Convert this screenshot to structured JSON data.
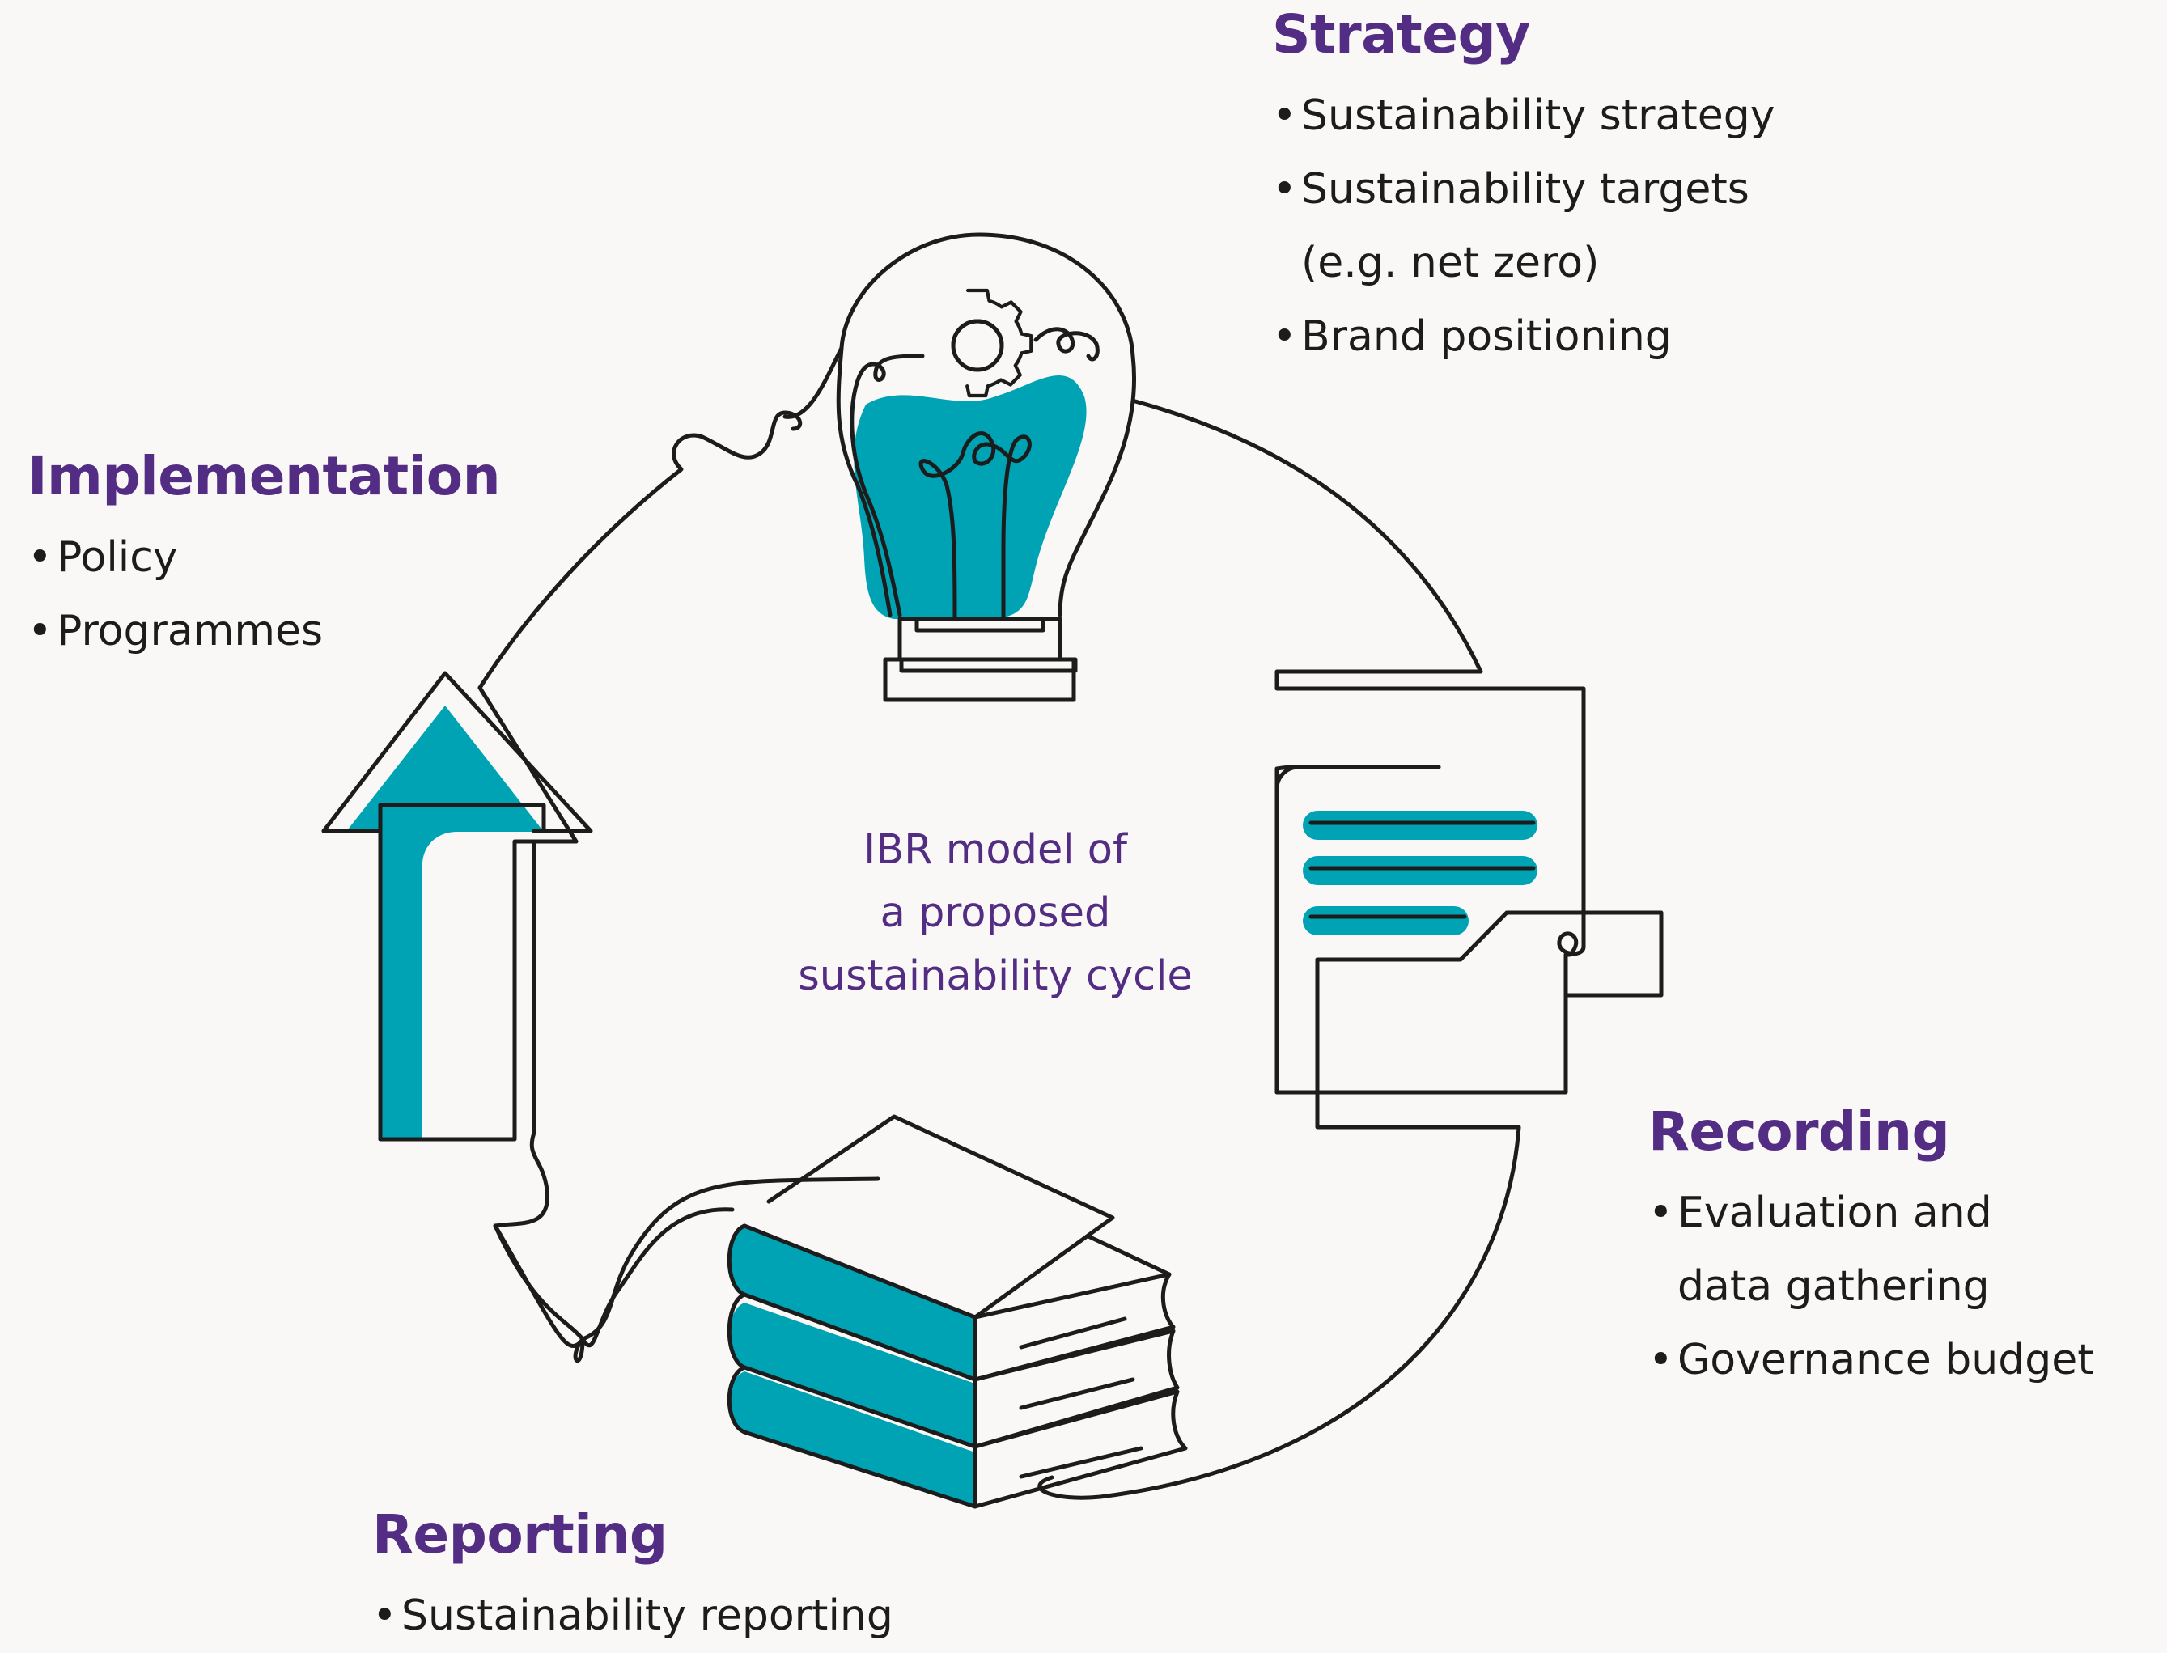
{
  "colors": {
    "background": "#f9f8f6",
    "heading": "#532d84",
    "body_text": "#1c1c1c",
    "accent_teal": "#00a3b4",
    "line": "#1c1c1c"
  },
  "icons": {
    "strategy": "lightbulb-gear-icon",
    "recording": "document-folder-icon",
    "reporting": "stacked-books-icon",
    "implementation": "up-arrow-icon"
  },
  "center_caption": {
    "line1": "IBR model of",
    "line2": "a proposed",
    "line3": "sustainability cycle"
  },
  "sections": {
    "strategy": {
      "title": "Strategy",
      "items": [
        "Sustainability strategy",
        "Sustainability targets",
        "(e.g. net zero)",
        "Brand positioning"
      ]
    },
    "implementation": {
      "title": "Implementation",
      "items": [
        "Policy",
        "Programmes"
      ]
    },
    "recording": {
      "title": "Recording",
      "items": [
        "Evaluation and",
        "data gathering",
        "Governance budget"
      ]
    },
    "reporting": {
      "title": "Reporting",
      "items": [
        "Sustainability reporting"
      ]
    }
  }
}
